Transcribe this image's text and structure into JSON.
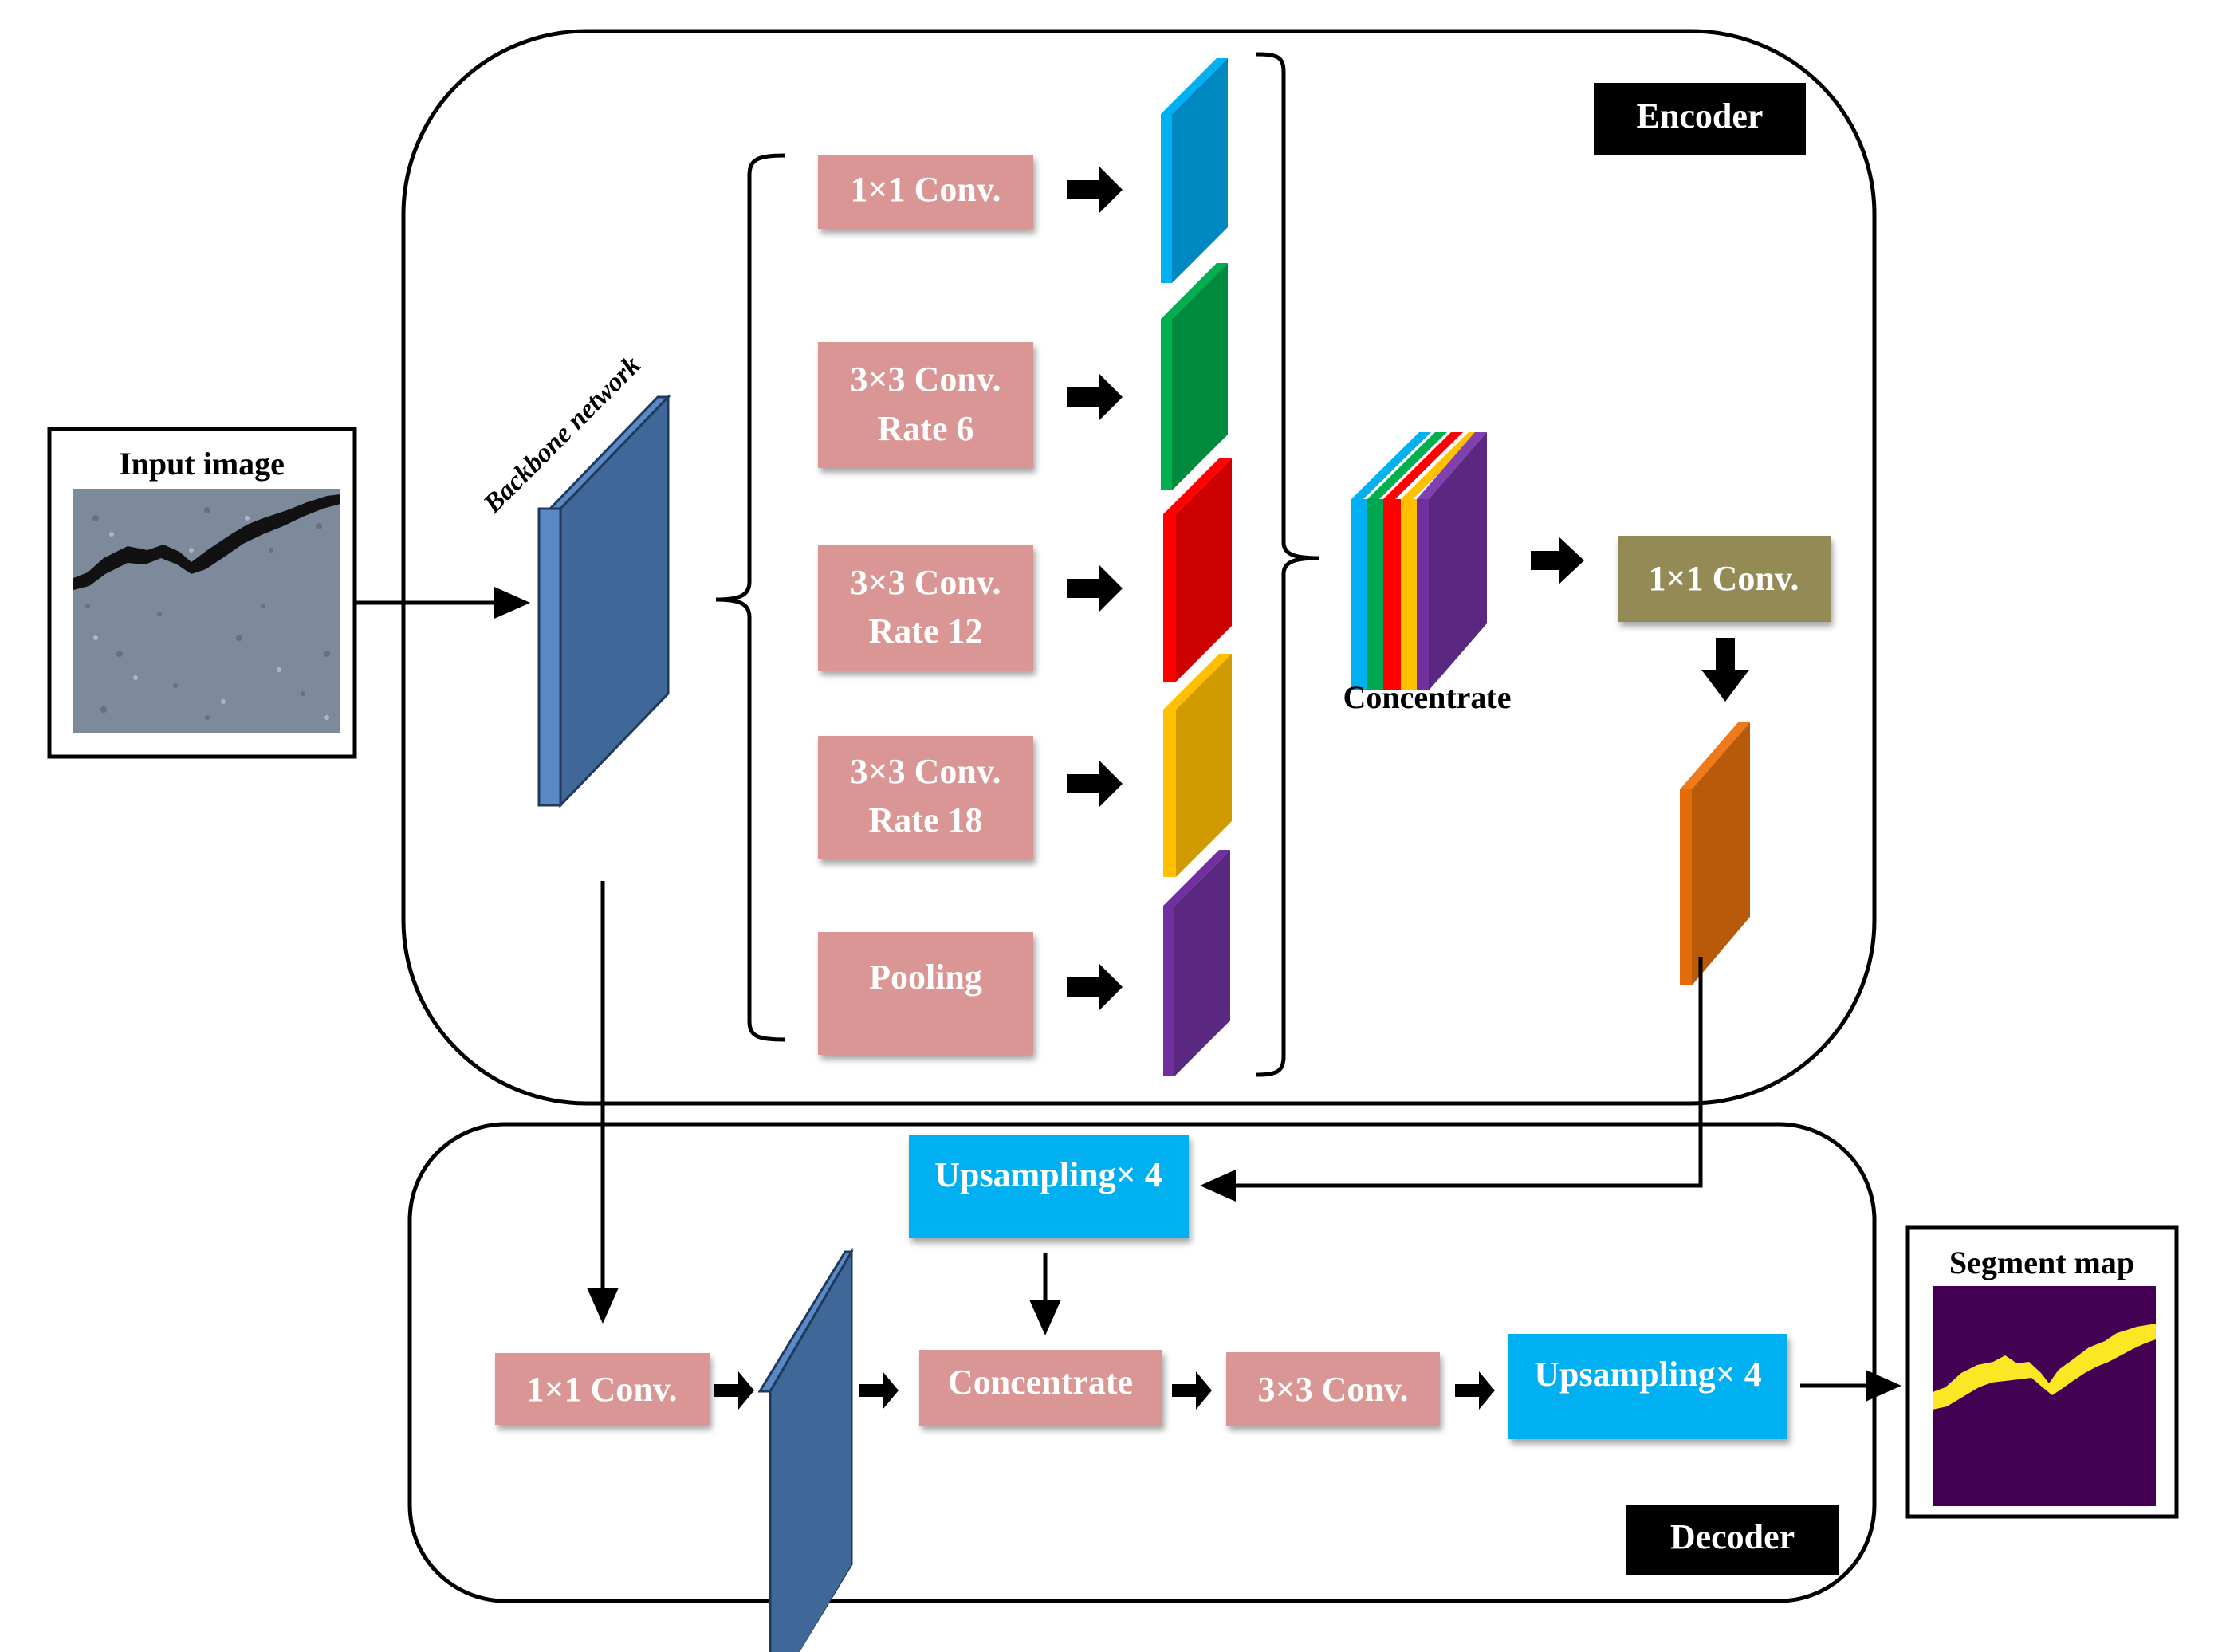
{
  "title": "DeepLabV3+ encoder-decoder architecture for crack segmentation",
  "colors": {
    "conv_box": "#d99694",
    "conv_box_olive": "#948a54",
    "upsample_box": "#00b0f0",
    "backbone_slab": "#3f6797",
    "branch_1x1": "#00b0f0",
    "branch_rate6": "#00a650",
    "branch_rate12": "#ff0000",
    "branch_rate18": "#ffc000",
    "branch_pool": "#7030a0",
    "encoder_output": "#e36c09",
    "segment_bg": "#440154",
    "segment_crack": "#fde725"
  },
  "input": {
    "label": "Input image"
  },
  "output": {
    "label": "Segment map"
  },
  "encoder": {
    "tag": "Encoder",
    "backbone_label": "Backbone network",
    "aspp_branches": [
      {
        "line1": "1×1 Conv.",
        "line2": ""
      },
      {
        "line1": "3×3 Conv.",
        "line2": "Rate 6"
      },
      {
        "line1": "3×3 Conv.",
        "line2": "Rate 12"
      },
      {
        "line1": "3×3 Conv.",
        "line2": "Rate 18"
      },
      {
        "line1": "Pooling",
        "line2": ""
      }
    ],
    "concat_label": "Concentrate",
    "post_conv": "1×1 Conv."
  },
  "decoder": {
    "tag": "Decoder",
    "upsample_top": "Upsampling× 4",
    "low_level_conv": "1×1 Conv.",
    "concat": "Concentrate",
    "conv3x3": "3×3 Conv.",
    "upsample_final": "Upsampling× 4"
  }
}
